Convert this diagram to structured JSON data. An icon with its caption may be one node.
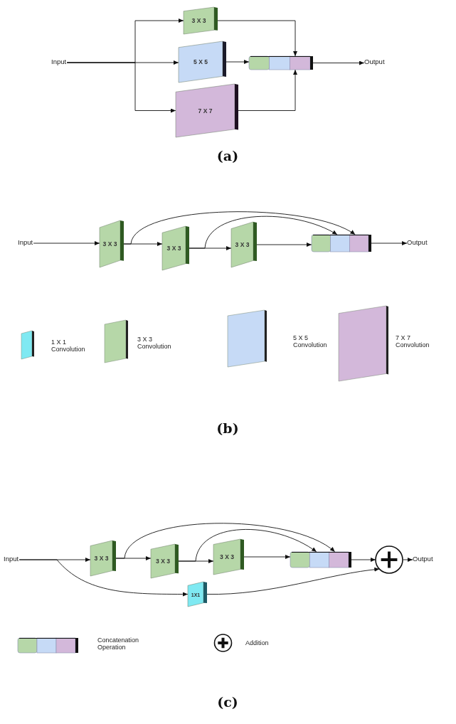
{
  "diagram": {
    "nodes": [
      {
        "text": [
          "Input"
        ]
      },
      {
        "text": [
          "3 X 3"
        ]
      },
      {
        "text": [
          "5 X 5"
        ]
      },
      {
        "text": [
          "7 X 7"
        ]
      },
      {
        "text": [],
        "shape": "bar"
      },
      {
        "text": [
          "Output"
        ]
      },
      {
        "text": [
          "Input"
        ]
      },
      {
        "text": [
          "3 X 3"
        ]
      },
      {
        "text": [
          "3 X 3"
        ]
      },
      {
        "text": [
          "3 X 3"
        ]
      },
      {
        "text": [],
        "shape": "bar"
      },
      {
        "text": [
          "Output"
        ]
      },
      {
        "text": [
          "Input"
        ]
      },
      {
        "text": [
          "3 X 3"
        ]
      },
      {
        "text": [
          "3 X 3"
        ]
      },
      {
        "text": [
          "3 X 3"
        ]
      },
      {
        "text": [],
        "shape": "bar"
      },
      {
        "text": [],
        "shape": "circle"
      },
      {
        "text": [
          "Output"
        ]
      },
      {
        "text": [
          "1X1"
        ]
      }
    ],
    "edges": [
      {
        "from": 0,
        "to": 1,
        "arrow": "to"
      },
      {
        "from": 0,
        "to": 2,
        "arrow": "to"
      },
      {
        "from": 0,
        "to": 3,
        "arrow": "to"
      },
      {
        "from": 1,
        "to": 4,
        "arrow": "to"
      },
      {
        "from": 2,
        "to": 4,
        "arrow": "to"
      },
      {
        "from": 3,
        "to": 4,
        "arrow": "to"
      },
      {
        "from": 4,
        "to": 5,
        "arrow": "to"
      },
      {
        "from": 6,
        "to": 7,
        "arrow": "to"
      },
      {
        "from": 7,
        "to": 8,
        "arrow": "to"
      },
      {
        "from": 8,
        "to": 9,
        "arrow": "to"
      },
      {
        "from": 9,
        "to": 10,
        "arrow": "to"
      },
      {
        "from": 7,
        "to": 10,
        "arrow": "to"
      },
      {
        "from": 8,
        "to": 10,
        "arrow": "to"
      },
      {
        "from": 10,
        "to": 11,
        "arrow": "to"
      },
      {
        "from": 12,
        "to": 13,
        "arrow": "to"
      },
      {
        "from": 13,
        "to": 14,
        "arrow": "to"
      },
      {
        "from": 14,
        "to": 15,
        "arrow": "to"
      },
      {
        "from": 15,
        "to": 16,
        "arrow": "to"
      },
      {
        "from": 13,
        "to": 16,
        "arrow": "to"
      },
      {
        "from": 14,
        "to": 16,
        "arrow": "to"
      },
      {
        "from": 16,
        "to": 17,
        "arrow": "to"
      },
      {
        "from": 17,
        "to": 18,
        "arrow": "to"
      },
      {
        "from": 12,
        "to": 19,
        "arrow": "to"
      },
      {
        "from": 19,
        "to": 17,
        "arrow": "to"
      }
    ],
    "labels": [
      "(a)",
      "(b)",
      "(c)"
    ],
    "legend": [
      {
        "text": "1 X 1 Convolution",
        "color": "#7fe9f2"
      },
      {
        "text": "3 X 3 Convolution",
        "color": "#b6d7a8"
      },
      {
        "text": "5 X 5 Convolution",
        "color": "#c6daf6"
      },
      {
        "text": "7 X 7 Convolution",
        "color": "#d3b8da"
      },
      {
        "text": "Concatenation Operation"
      },
      {
        "text": "Addition"
      }
    ]
  }
}
